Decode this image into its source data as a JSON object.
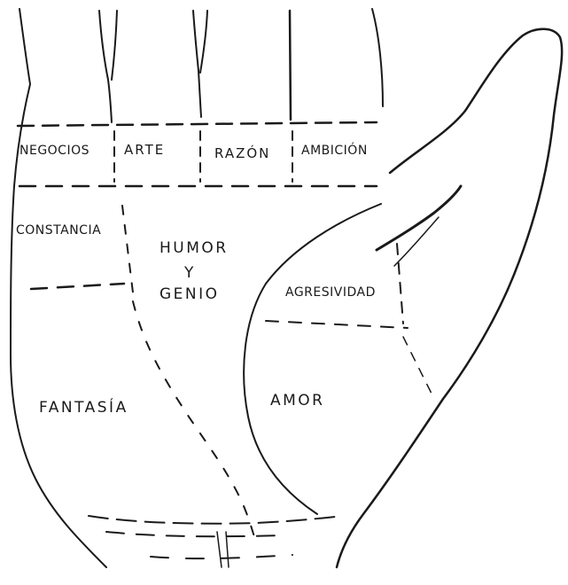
{
  "diagram": {
    "regions": {
      "negocios": "NEGOCIOS",
      "arte": "ARTE",
      "razon": "RAZÓN",
      "ambicion": "AMBICIÓN",
      "constancia": "CONSTANCIA",
      "humor_line1": "HUMOR",
      "humor_line2": "Y",
      "humor_line3": "GENIO",
      "agresividad": "AGRESIVIDAD",
      "fantasia": "FANTASÍA",
      "amor": "AMOR"
    },
    "colors": {
      "ink": "#1a1a1a",
      "background": "#ffffff"
    }
  }
}
